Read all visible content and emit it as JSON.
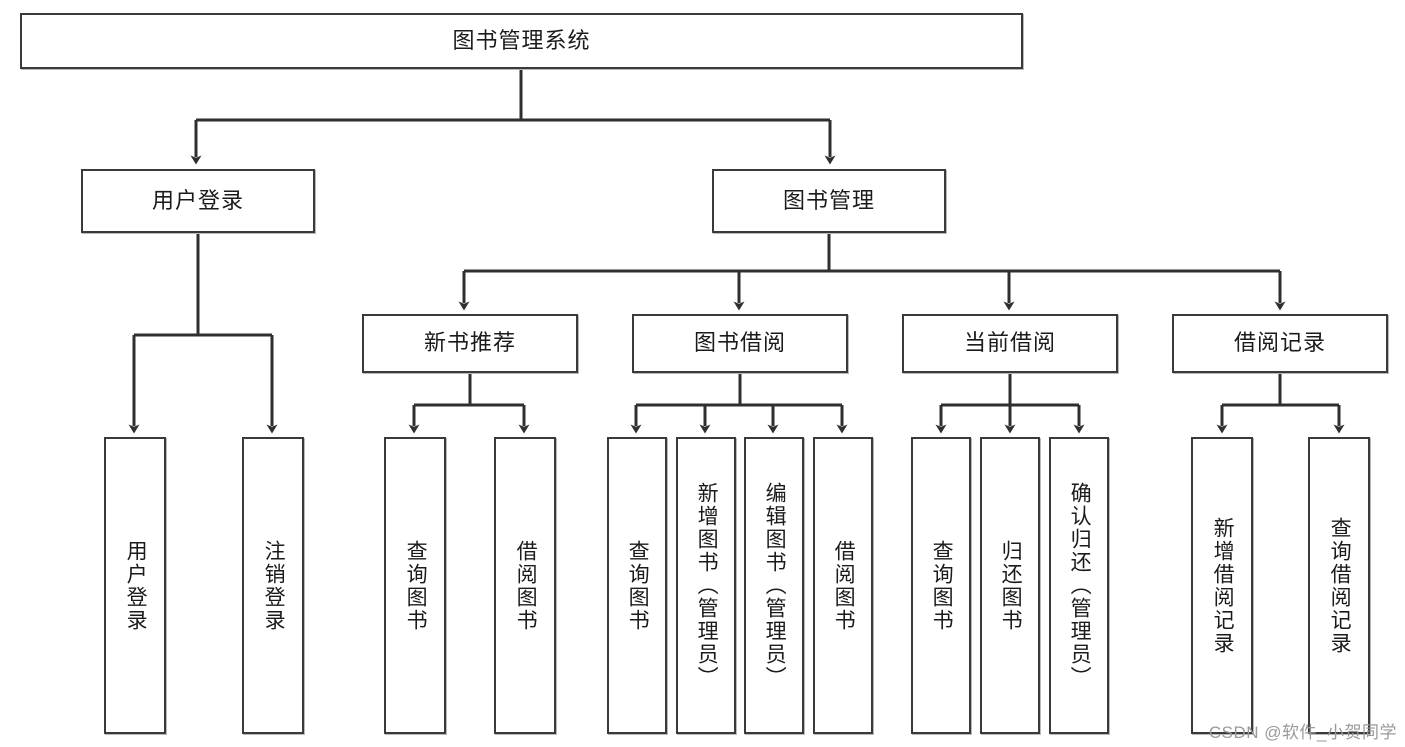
{
  "diagram": {
    "title": "图书管理系统",
    "type": "tree-hierarchy",
    "watermark": "CSDN @软件_小贺同学",
    "colors": {
      "box_border": "#3a3a3a",
      "box_fill": "#ffffff",
      "edge": "#2f2f2f",
      "text": "#1b1b1b",
      "watermark": "#9a9a9a",
      "shadow": "#b9b9b9"
    },
    "levels": {
      "root": {
        "label": "图书管理系统"
      },
      "level2": [
        {
          "label": "用户登录"
        },
        {
          "label": "图书管理"
        }
      ],
      "level3": [
        {
          "label": "新书推荐"
        },
        {
          "label": "图书借阅"
        },
        {
          "label": "当前借阅"
        },
        {
          "label": "借阅记录"
        }
      ],
      "leaves": [
        {
          "label": "用户登录",
          "parent": "用户登录"
        },
        {
          "label": "注销登录",
          "parent": "用户登录"
        },
        {
          "label": "查询图书",
          "parent": "新书推荐"
        },
        {
          "label": "借阅图书",
          "parent": "新书推荐"
        },
        {
          "label": "查询图书",
          "parent": "图书借阅"
        },
        {
          "label": "新增图书（管理员）",
          "parent": "图书借阅"
        },
        {
          "label": "编辑图书（管理员）",
          "parent": "图书借阅"
        },
        {
          "label": "借阅图书",
          "parent": "图书借阅"
        },
        {
          "label": "查询图书",
          "parent": "当前借阅"
        },
        {
          "label": "归还图书",
          "parent": "当前借阅"
        },
        {
          "label": "确认归还（管理员）",
          "parent": "当前借阅"
        },
        {
          "label": "新增借阅记录",
          "parent": "借阅记录"
        },
        {
          "label": "查询借阅记录",
          "parent": "借阅记录"
        }
      ]
    }
  }
}
